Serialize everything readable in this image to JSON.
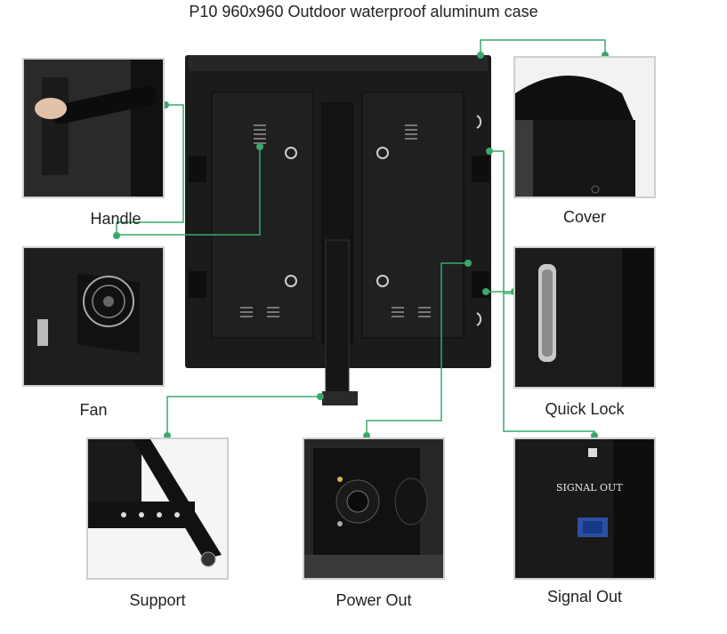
{
  "title": "P10 960x960 Outdoor waterproof aluminum case",
  "callouts": {
    "handle": "Handle",
    "cover": "Cover",
    "fan": "Fan",
    "quick_lock": "Quick Lock",
    "support": "Support",
    "power_out": "Power Out",
    "signal_out": "Signal Out"
  },
  "panel_text": {
    "signal_out": "SIGNAL OUT"
  },
  "colors": {
    "leader_line": "#3aa86b",
    "cabinet": "#1b1b1b",
    "thumb_border": "#cfcfcf"
  }
}
